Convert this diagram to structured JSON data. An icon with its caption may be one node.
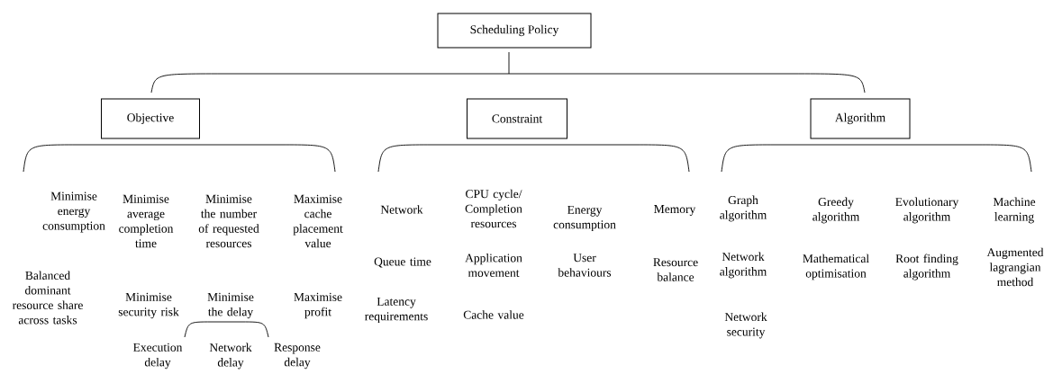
{
  "diagram": {
    "nodes": [
      {
        "text": [
          "Scheduling Policy"
        ]
      },
      {
        "text": [
          "Objective"
        ]
      },
      {
        "text": [
          "Constraint"
        ]
      },
      {
        "text": [
          "Algorithm"
        ]
      }
    ],
    "edges": [],
    "labels": [
      "Minimise energy consumption",
      "Minimise average completion time",
      "Minimise the number of requested resources",
      "Maximise cache placement value",
      "Balanced dominant resource share across tasks",
      "Minimise security risk",
      "Minimise the delay",
      "Maximise profit",
      "Execution delay",
      "Network delay",
      "Response delay",
      "Network",
      "CPU cycle/ Completion resources",
      "Energy consumption",
      "Memory",
      "Queue time",
      "Application movement",
      "User behaviours",
      "Resource balance",
      "Latency requirements",
      "Cache value",
      "Graph algorithm",
      "Greedy algorithm",
      "Evolutionary algorithm",
      "Machine learning",
      "Network algorithm",
      "Mathematical optimisation",
      "Root finding algorithm",
      "Augmented lagrangian method",
      "Network security"
    ]
  }
}
